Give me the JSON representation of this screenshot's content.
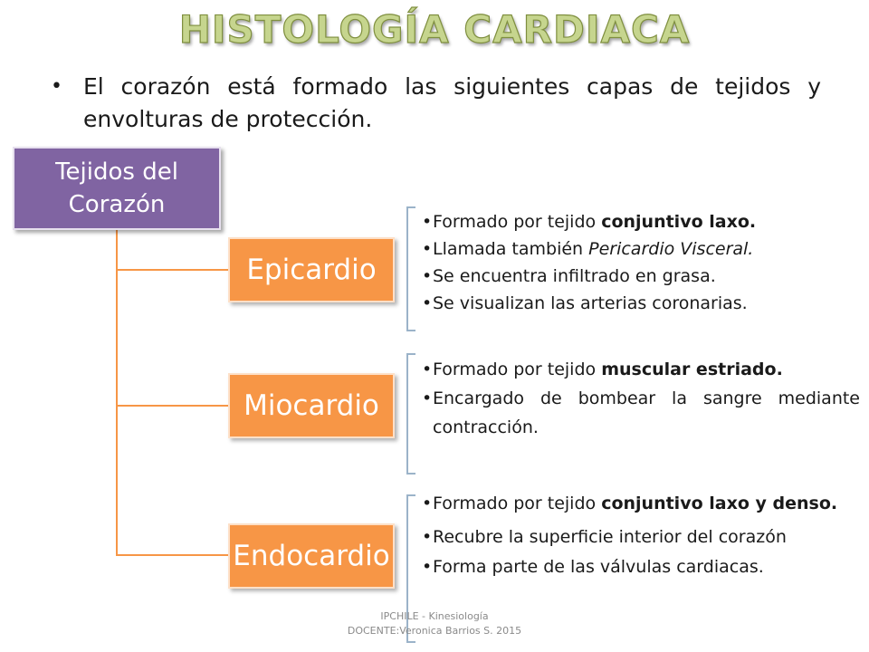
{
  "title": "HISTOLOGÍA CARDIACA",
  "intro": "El corazón está formado las siguientes capas de tejidos y envolturas de protección.",
  "root": {
    "line1": "Tejidos del",
    "line2": "Corazón"
  },
  "layers": [
    {
      "name": "Epicardio",
      "items": [
        {
          "pre": "Formado por tejido ",
          "strong": "conjuntivo laxo."
        },
        {
          "pre": "Llamada también ",
          "em": "Pericardio Visceral."
        },
        {
          "pre": "Se encuentra infiltrado en grasa."
        },
        {
          "pre": "Se visualizan las arterias coronarias."
        }
      ]
    },
    {
      "name": "Miocardio",
      "items": [
        {
          "pre": "Formado por tejido ",
          "strong": "muscular estriado."
        },
        {
          "pre": "Encargado de bombear la sangre mediante contracción."
        }
      ]
    },
    {
      "name": "Endocardio",
      "items": [
        {
          "pre": "Formado por tejido ",
          "strong": "conjuntivo laxo y denso."
        },
        {
          "pre": "Recubre la superficie interior del corazón"
        },
        {
          "pre": "Forma parte de las válvulas cardiacas."
        }
      ]
    }
  ],
  "footer": {
    "line1": "IPCHILE - Kinesiología",
    "line2": "DOCENTE:Veronica Barrios S. 2015"
  },
  "colors": {
    "root": "#8064a2",
    "node": "#f79646",
    "title": "#c6d58e",
    "bracket": "#9bb3c9"
  }
}
